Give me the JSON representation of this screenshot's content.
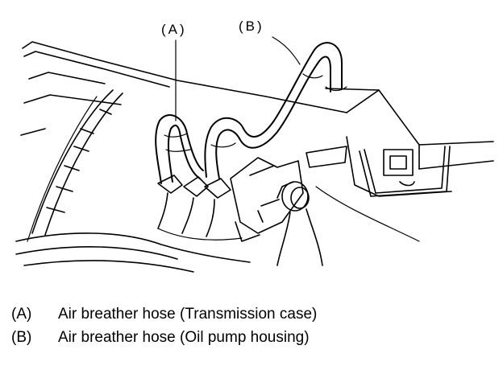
{
  "callouts": {
    "a": "(A)",
    "b": "(B)"
  },
  "legend": [
    {
      "key": "(A)",
      "text": "Air breather hose (Transmission case)"
    },
    {
      "key": "(B)",
      "text": "Air breather hose (Oil pump housing)"
    }
  ],
  "colors": {
    "line": "#000000",
    "background": "#ffffff"
  }
}
